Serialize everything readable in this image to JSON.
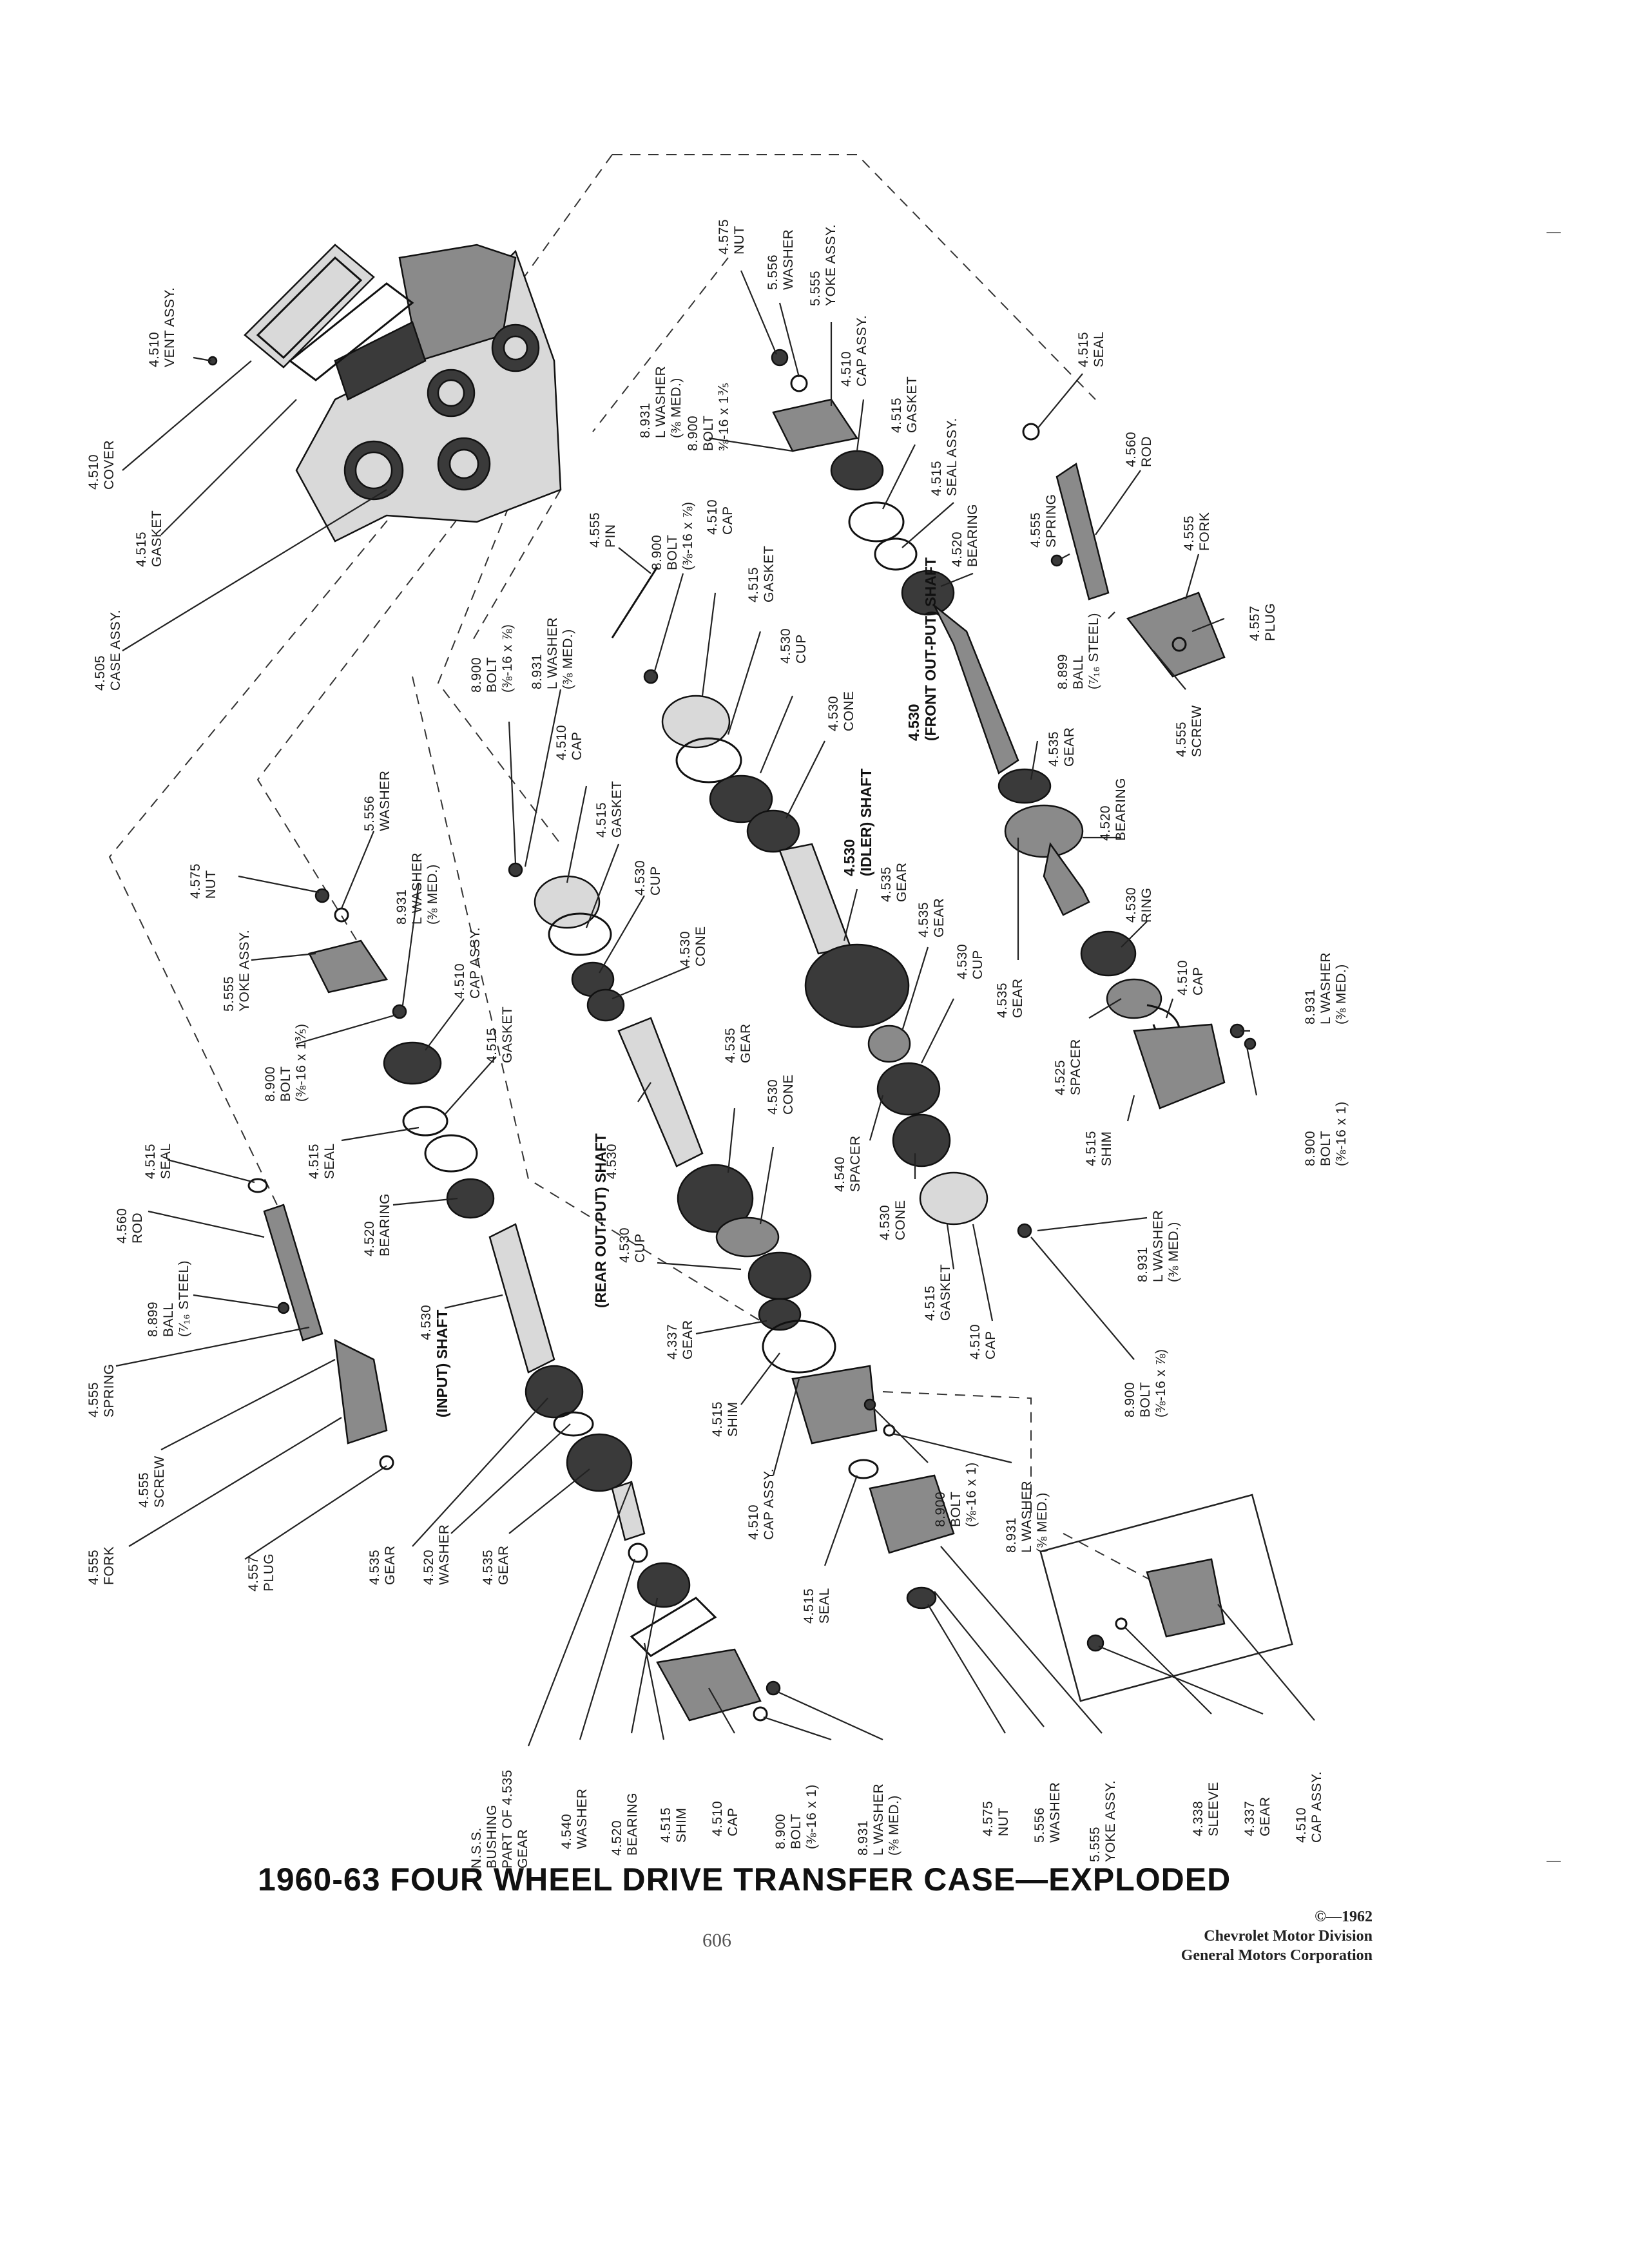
{
  "title": "1960-63 FOUR WHEEL DRIVE TRANSFER CASE—EXPLODED",
  "page_number": "606",
  "credit": {
    "line1": "©—1962",
    "line2": "Chevrolet Motor Division",
    "line3": "General Motors Corporation"
  },
  "labels": {
    "vent_assy": [
      "4.510",
      "VENT ASSY."
    ],
    "cover": [
      "4.510",
      "COVER"
    ],
    "gasket_case": [
      "4.515",
      "GASKET"
    ],
    "case_assy": [
      "4.505",
      "CASE ASSY."
    ],
    "nut_top": [
      "4.575",
      "NUT"
    ],
    "washer_top": [
      "5.556",
      "WASHER"
    ],
    "yoke_top": [
      "5.555",
      "YOKE ASSY."
    ],
    "lwasher_top": [
      "8.931",
      "L WASHER",
      "(⅜ MED.)"
    ],
    "bolt_top": [
      "8.900",
      "BOLT",
      "⅜-16 x 1⅗"
    ],
    "cap_assy_top": [
      "4.510",
      "CAP ASSY."
    ],
    "gasket_top": [
      "4.515",
      "GASKET"
    ],
    "seal_assy_top": [
      "4.515",
      "SEAL ASSY."
    ],
    "bearing_top": [
      "4.520",
      "BEARING"
    ],
    "shaft_front": [
      "4.530",
      "(FRONT OUT-PUT) SHAFT"
    ],
    "gear_front": [
      "4.535",
      "GEAR"
    ],
    "bearing_front2": [
      "4.520",
      "BEARING"
    ],
    "ring_front": [
      "4.530",
      "RING"
    ],
    "gear_front2": [
      "4.535",
      "GEAR"
    ],
    "spacer_front": [
      "4.525",
      "SPACER"
    ],
    "cap_front": [
      "4.510",
      "CAP"
    ],
    "lwasher_front": [
      "8.931",
      "L WASHER",
      "(⅜ MED.)"
    ],
    "shim_front": [
      "4.515",
      "SHIM"
    ],
    "bolt_front": [
      "8.900",
      "BOLT",
      "(⅜-16 x 1)"
    ],
    "seal_right": [
      "4.515",
      "SEAL"
    ],
    "rod_right": [
      "4.560",
      "ROD"
    ],
    "fork_right": [
      "4.555",
      "FORK"
    ],
    "spring_right": [
      "4.555",
      "SPRING"
    ],
    "ball_right": [
      "8.899",
      "BALL",
      "(⁷⁄₁₆ STEEL)"
    ],
    "plug_right": [
      "4.557",
      "PLUG"
    ],
    "screw_right": [
      "4.555",
      "SCREW"
    ],
    "pin_mid": [
      "4.555",
      "PIN"
    ],
    "bolt_mid": [
      "8.900",
      "BOLT",
      "(⅜-16 x ⅞)"
    ],
    "cap_mid": [
      "4.510",
      "CAP"
    ],
    "gasket_mid": [
      "4.515",
      "GASKET"
    ],
    "cup_mid": [
      "4.530",
      "CUP"
    ],
    "cone_mid": [
      "4.530",
      "CONE"
    ],
    "shaft_idler": [
      "4.530",
      "(IDLER) SHAFT"
    ],
    "gear_idler": [
      "4.535",
      "GEAR"
    ],
    "gear_idler2": [
      "4.535",
      "GEAR"
    ],
    "cup_idler": [
      "4.530",
      "CUP"
    ],
    "spacer_idler": [
      "4.540",
      "SPACER"
    ],
    "cone_idler": [
      "4.530",
      "CONE"
    ],
    "gasket_idler": [
      "4.515",
      "GASKET"
    ],
    "cap_idler": [
      "4.510",
      "CAP"
    ],
    "lwasher_idler": [
      "8.931",
      "L WASHER",
      "(⅜ MED.)"
    ],
    "bolt_idler": [
      "8.900",
      "BOLT",
      "(⅜-16 x ⅞)"
    ],
    "bolt_left": [
      "8.900",
      "BOLT",
      "(⅜-16 x ⅞)"
    ],
    "lwasher_left": [
      "8.931",
      "L WASHER",
      "(⅜ MED.)"
    ],
    "cap_left": [
      "4.510",
      "CAP"
    ],
    "gasket_left": [
      "4.515",
      "GASKET"
    ],
    "cup_left": [
      "4.530",
      "CUP"
    ],
    "cone_left": [
      "4.530",
      "CONE"
    ],
    "shaft_rear": [
      "4.530",
      "(REAR OUT-PUT) SHAFT"
    ],
    "gear_rear": [
      "4.535",
      "GEAR"
    ],
    "cone_rear": [
      "4.530",
      "CONE"
    ],
    "cup_rear": [
      "4.530",
      "CUP"
    ],
    "washer_left": [
      "5.556",
      "WASHER"
    ],
    "nut_left": [
      "4.575",
      "NUT"
    ],
    "yoke_left": [
      "5.555",
      "YOKE ASSY."
    ],
    "lwasher_left2": [
      "8.931",
      "L WASHER",
      "(⅜ MED.)"
    ],
    "bolt_left2": [
      "8.900",
      "BOLT",
      "(⅜-16 x 1⅗)"
    ],
    "cap_assy_left": [
      "4.510",
      "CAP ASSY."
    ],
    "gasket_left2": [
      "4.515",
      "GASKET"
    ],
    "seal_left": [
      "4.515",
      "SEAL"
    ],
    "bearing_left": [
      "4.520",
      "BEARING"
    ],
    "shaft_input": [
      "4.530",
      "(INPUT) SHAFT"
    ],
    "seal_far": [
      "4.515",
      "SEAL"
    ],
    "rod_far": [
      "4.560",
      "ROD"
    ],
    "ball_far": [
      "8.899",
      "BALL",
      "(⁷⁄₁₆ STEEL)"
    ],
    "spring_far": [
      "4.555",
      "SPRING"
    ],
    "screw_far": [
      "4.555",
      "SCREW"
    ],
    "fork_far": [
      "4.555",
      "FORK"
    ],
    "plug_far": [
      "4.557",
      "PLUG"
    ],
    "gear_input": [
      "4.535",
      "GEAR"
    ],
    "washer_input": [
      "4.520",
      "WASHER"
    ],
    "gear_input2": [
      "4.535",
      "GEAR"
    ],
    "gear_mid2": [
      "4.337",
      "GEAR"
    ],
    "shim_mid2": [
      "4.515",
      "SHIM"
    ],
    "cap_assy_mid2": [
      "4.510",
      "CAP ASSY."
    ],
    "seal_mid2": [
      "4.515",
      "SEAL"
    ],
    "bolt_mid2": [
      "8.900",
      "BOLT",
      "(⅜-16 x 1)"
    ],
    "lwasher_mid2": [
      "8.931",
      "L WASHER",
      "(⅜ MED.)"
    ],
    "cap_box": [
      "4.510",
      "CAP ASSY."
    ],
    "gear_box": [
      "4.337",
      "GEAR"
    ],
    "sleeve_box": [
      "4.338",
      "SLEEVE"
    ],
    "bushing_bottom": [
      "N.S.S.",
      "BUSHING",
      "PART OF 4.535",
      "GEAR"
    ],
    "washer_bottom": [
      "4.540",
      "WASHER"
    ],
    "bearing_bottom": [
      "4.520",
      "BEARING"
    ],
    "shim_bottom": [
      "4.515",
      "SHIM"
    ],
    "cap_bottom": [
      "4.510",
      "CAP"
    ],
    "bolt_bottom": [
      "8.900",
      "BOLT",
      "(⅜-16 x 1)"
    ],
    "lwasher_bottom": [
      "8.931",
      "L WASHER",
      "(⅜ MED.)"
    ],
    "nut_bottom": [
      "4.575",
      "NUT"
    ],
    "washer_bottom2": [
      "5.556",
      "WASHER"
    ],
    "yoke_bottom": [
      "5.555",
      "YOKE ASSY."
    ]
  }
}
